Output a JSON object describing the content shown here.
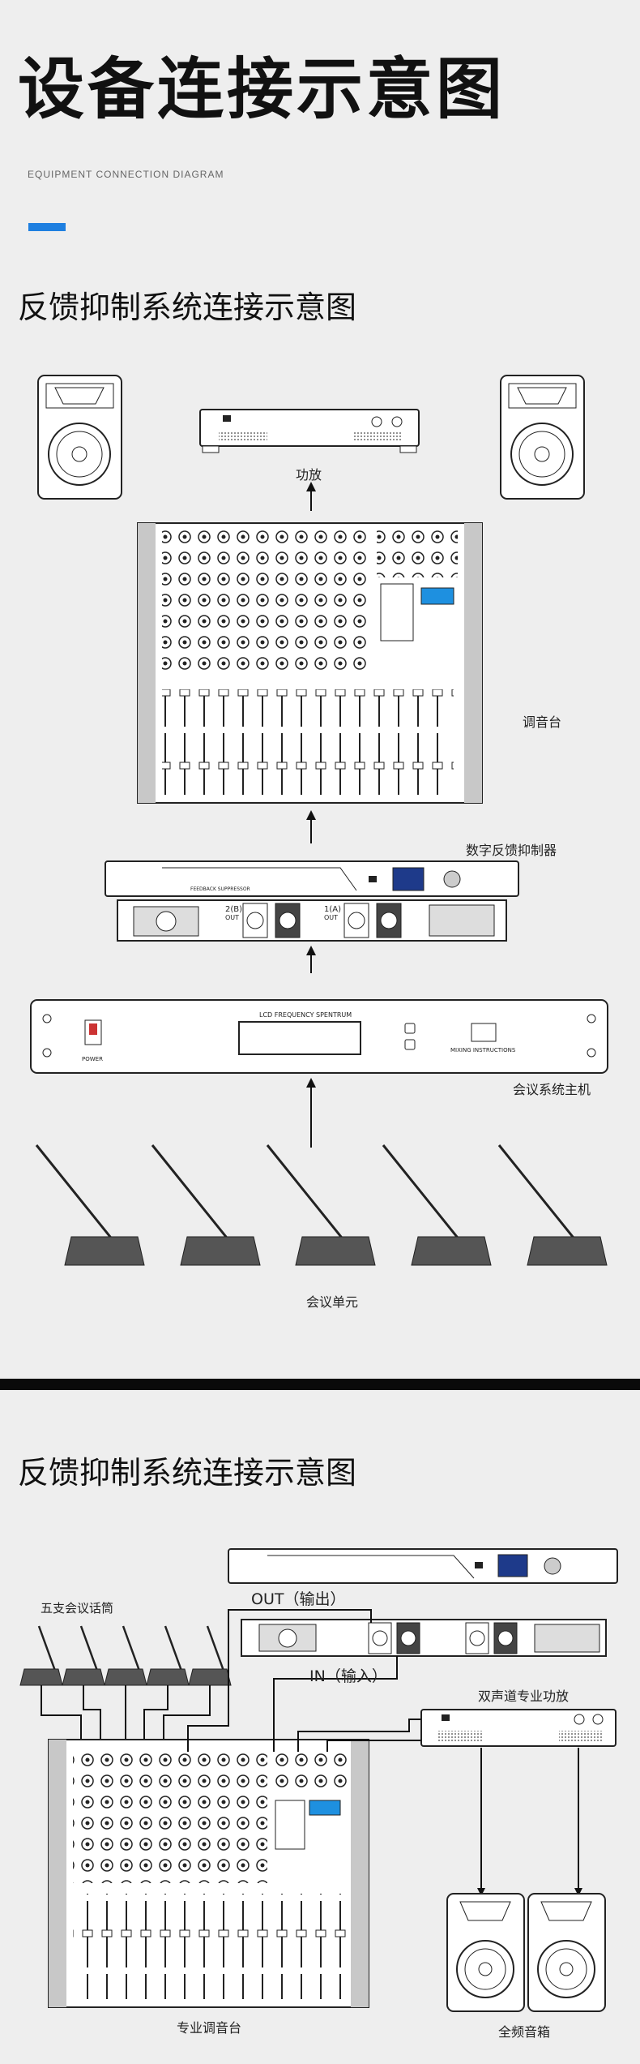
{
  "header": {
    "title": "设备连接示意图",
    "subtitle": "EQUIPMENT CONNECTION DIAGRAM",
    "accent_color": "#1e7fe0"
  },
  "section1": {
    "title": "反馈抑制系统连接示意图",
    "labels": {
      "amplifier": "功放",
      "mixer": "调音台",
      "suppressor": "数字反馈抑制器",
      "conference_host": "会议系统主机",
      "conference_units": "会议单元"
    },
    "device_text": {
      "lcd": "LCD FREQUENCY SPENTRUM",
      "power": "POWER",
      "mixing": "MIXING INSTRUCTIONS",
      "brand": "FEEDBACK SUPPRESSOR",
      "ch2": "2(B)",
      "ch1": "1(A)",
      "out": "OUT"
    }
  },
  "section2": {
    "title": "反馈抑制系统连接示意图",
    "labels": {
      "mics": "五支会议话筒",
      "out": "OUT（输出）",
      "in": "IN（输入）",
      "amplifier": "双声道专业功放",
      "mixer": "专业调音台",
      "speakers": "全频音箱"
    }
  }
}
